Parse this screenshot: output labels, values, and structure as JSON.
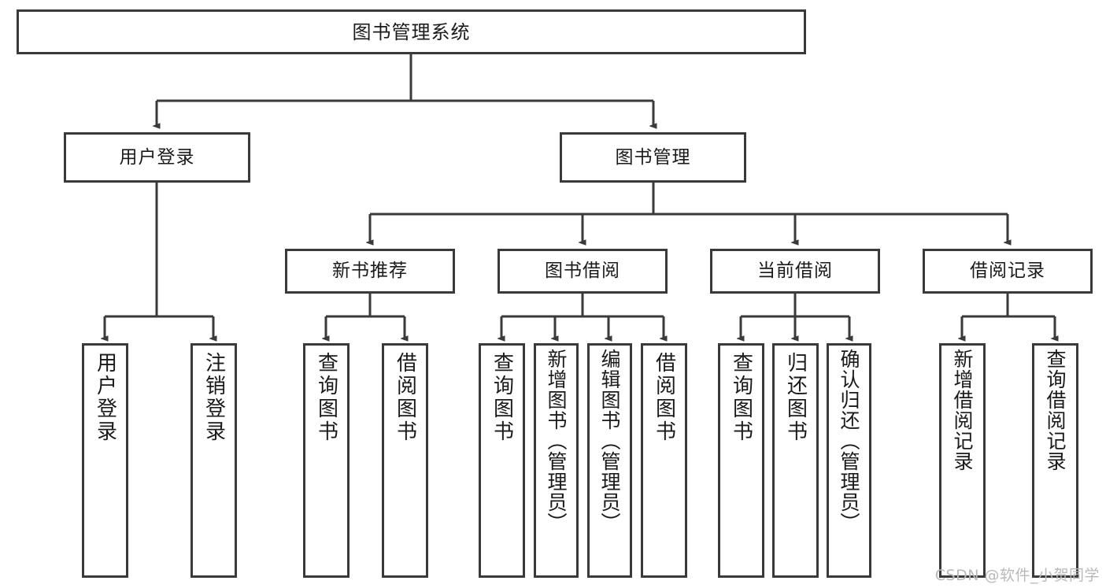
{
  "diagram": {
    "title": "图书管理系统",
    "type": "tree-hierarchy-chart",
    "root": {
      "label": "图书管理系统"
    },
    "level2": [
      {
        "label": "用户登录"
      },
      {
        "label": "图书管理"
      }
    ],
    "level3": [
      {
        "label": "新书推荐"
      },
      {
        "label": "图书借阅"
      },
      {
        "label": "当前借阅"
      },
      {
        "label": "借阅记录"
      }
    ],
    "leaves": {
      "user_login": [
        {
          "label": "用户登录"
        },
        {
          "label": "注销登录"
        }
      ],
      "new_book": [
        {
          "label": "查询图书"
        },
        {
          "label": "借阅图书"
        }
      ],
      "book_borrow": [
        {
          "label": "查询图书"
        },
        {
          "label": "新增图书（管理员）"
        },
        {
          "label": "编辑图书（管理员）"
        },
        {
          "label": "借阅图书"
        }
      ],
      "current_borrow": [
        {
          "label": "查询图书"
        },
        {
          "label": "归还图书"
        },
        {
          "label": "确认归还（管理员）"
        }
      ],
      "borrow_record": [
        {
          "label": "新增借阅记录"
        },
        {
          "label": "查询借阅记录"
        }
      ]
    }
  },
  "watermark": {
    "text": "CSDN @软件_小贺同学"
  },
  "colors": {
    "stroke": "#3a3a3a",
    "background": "#ffffff",
    "text": "#1a1a1a",
    "watermark": "#b9b9b9"
  }
}
